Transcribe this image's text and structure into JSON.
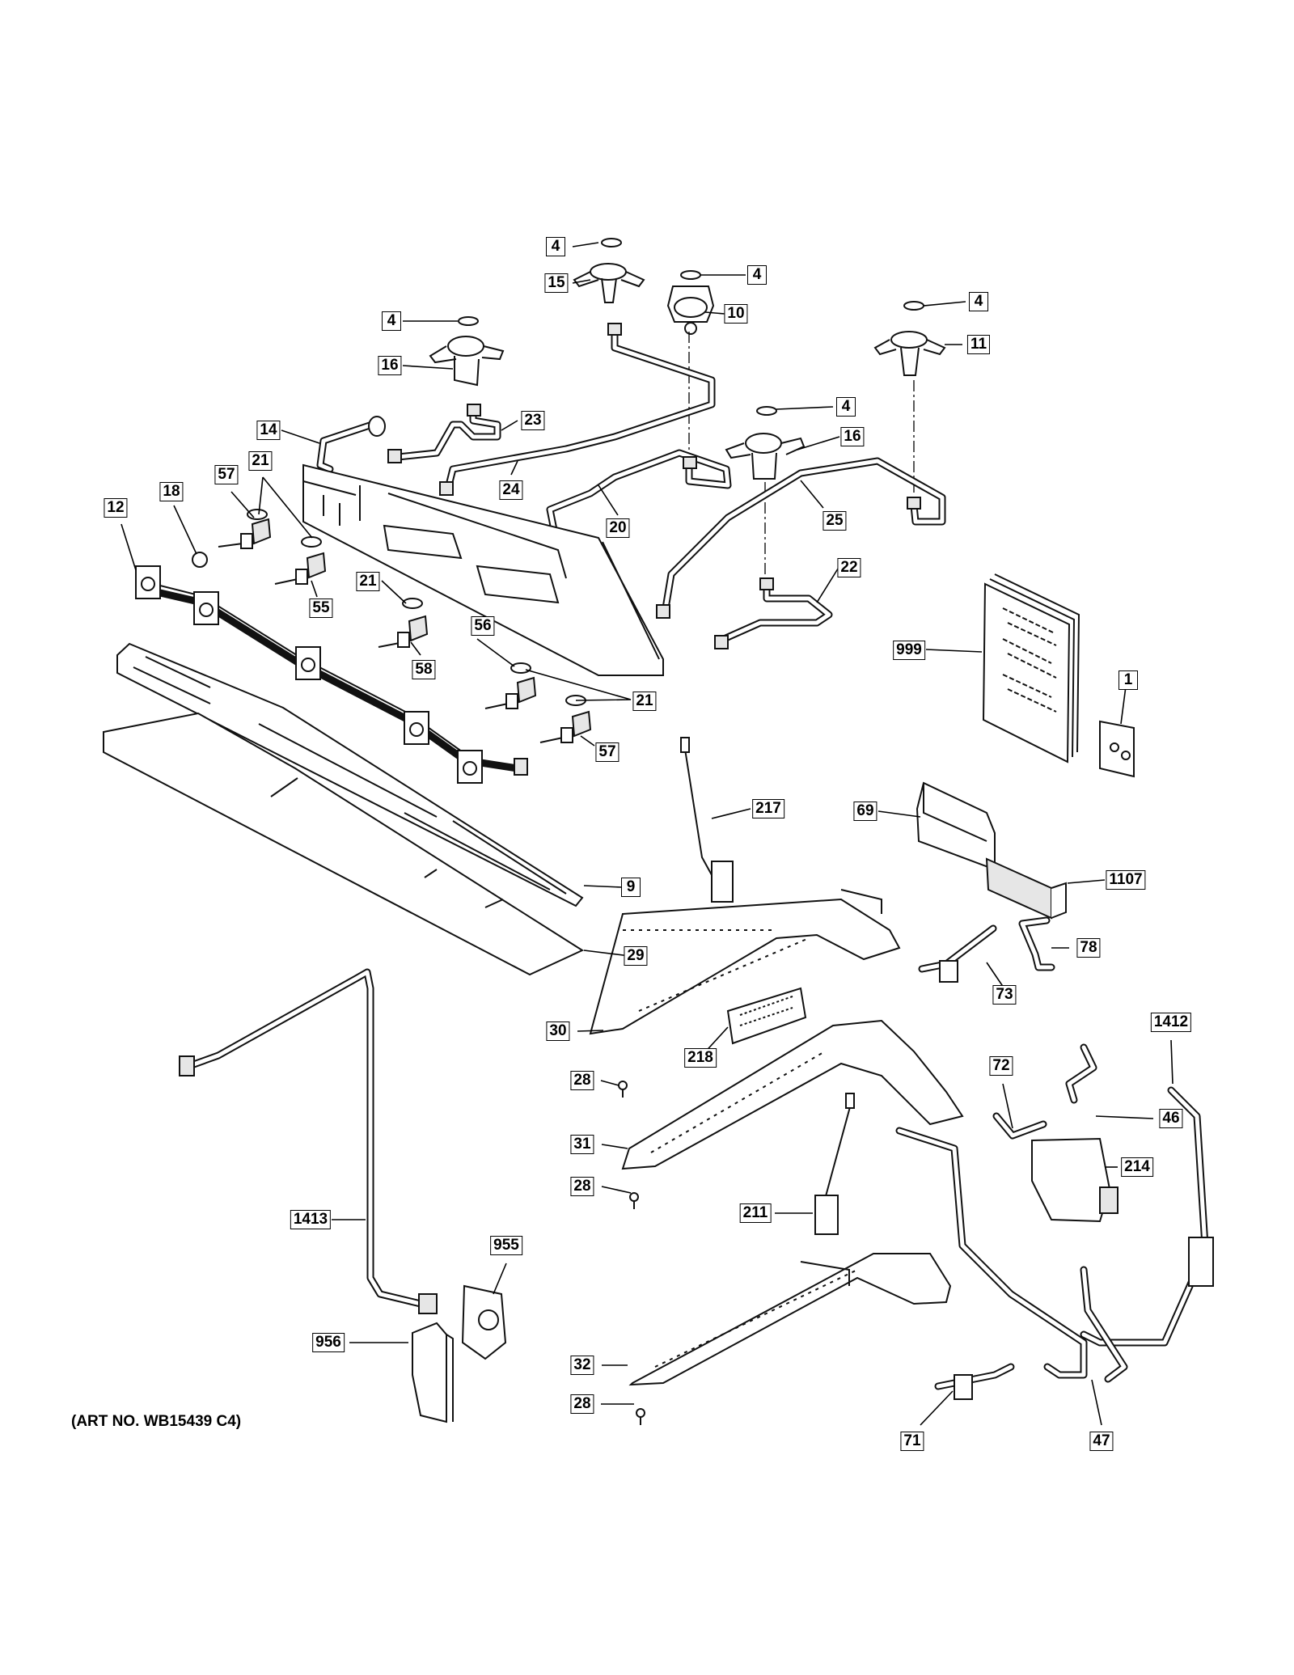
{
  "diagram": {
    "art_number": "(ART NO. WB15439 C4)",
    "callouts": [
      "4",
      "15",
      "4",
      "10",
      "4",
      "11",
      "4",
      "16",
      "23",
      "14",
      "21",
      "57",
      "18",
      "12",
      "24",
      "20",
      "4",
      "16",
      "25",
      "22",
      "55",
      "21",
      "58",
      "56",
      "21",
      "57",
      "999",
      "1",
      "217",
      "69",
      "9",
      "1107",
      "78",
      "29",
      "73",
      "30",
      "218",
      "1412",
      "72",
      "28",
      "46",
      "31",
      "214",
      "28",
      "211",
      "1413",
      "955",
      "956",
      "32",
      "28",
      "71",
      "47"
    ]
  }
}
